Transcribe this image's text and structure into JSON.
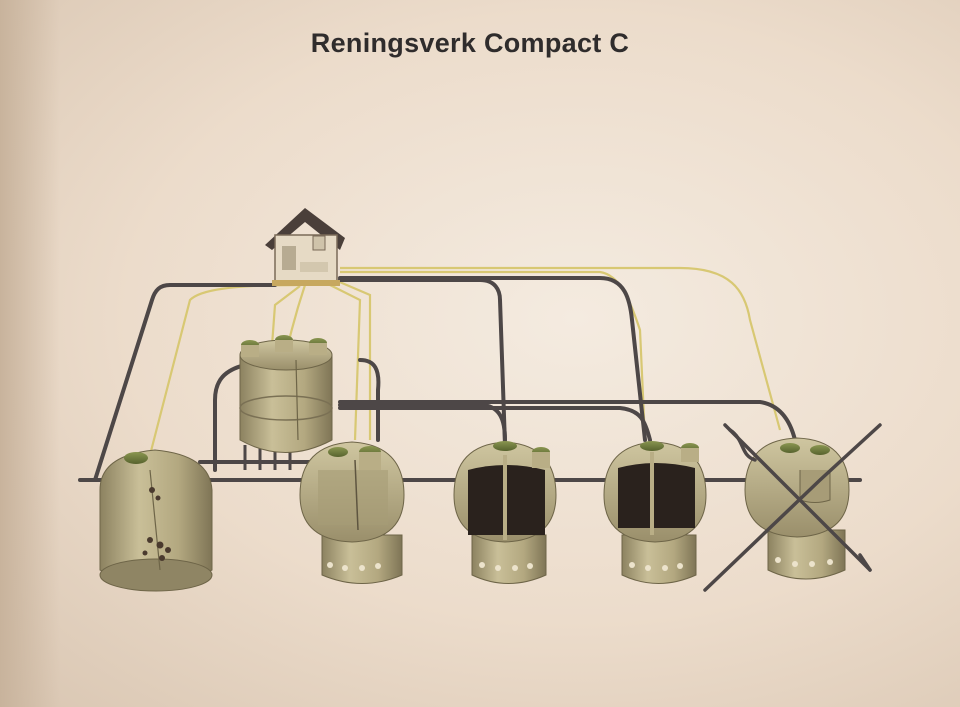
{
  "document": {
    "title": "Reningsverk Compact C"
  },
  "colors": {
    "paper": "#efe2d3",
    "tank_body": "#b9ae86",
    "tank_shade": "#8c8260",
    "lid_green": "#6d7a3c",
    "pipe_dark": "#4d4747",
    "cable_yellow": "#d8c873",
    "interior_dark": "#2a221d"
  },
  "components": [
    {
      "id": "house",
      "icon": "house-icon"
    },
    {
      "id": "septic-tank",
      "icon": "tank-icon"
    },
    {
      "id": "chemical-tank",
      "icon": "tank-icon"
    },
    {
      "id": "settling-tank",
      "icon": "tank-icon"
    },
    {
      "id": "bio-tank-1",
      "icon": "tank-icon"
    },
    {
      "id": "bio-tank-2",
      "icon": "tank-icon"
    },
    {
      "id": "outlet-tank",
      "icon": "tank-icon"
    }
  ]
}
